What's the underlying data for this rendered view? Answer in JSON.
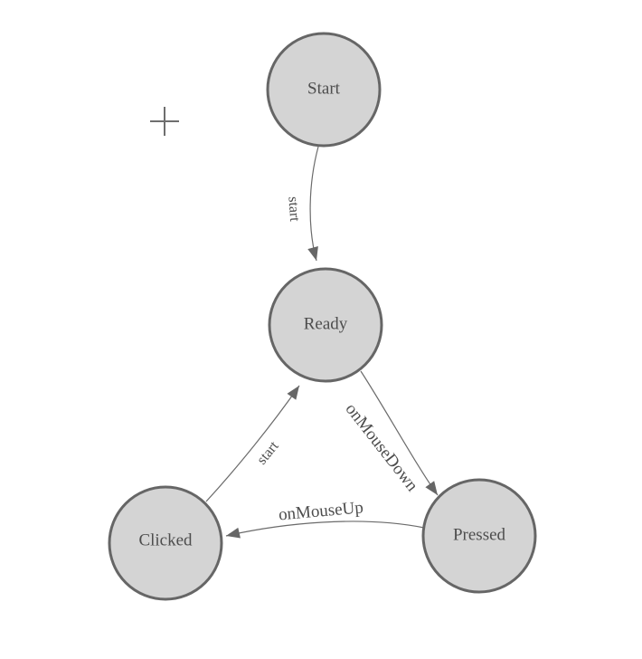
{
  "canvas": {
    "background": "#ffffff"
  },
  "diagram": {
    "type": "state-machine",
    "colors": {
      "node_fill": "#d4d4d4",
      "node_border": "#666666",
      "label_text": "#4d4d4d",
      "edge_line": "#6b6b6b",
      "arrowhead": "#666666"
    },
    "nodes": [
      {
        "id": "start",
        "label": "Start"
      },
      {
        "id": "ready",
        "label": "Ready"
      },
      {
        "id": "clicked",
        "label": "Clicked"
      },
      {
        "id": "pressed",
        "label": "Pressed"
      }
    ],
    "edges": [
      {
        "from": "start",
        "to": "ready",
        "label": "start"
      },
      {
        "from": "clicked",
        "to": "ready",
        "label": "start"
      },
      {
        "from": "ready",
        "to": "pressed",
        "label": "onMouseDown"
      },
      {
        "from": "pressed",
        "to": "clicked",
        "label": "onMouseUp"
      }
    ],
    "markers": {
      "crosshair_glyph": "+"
    }
  }
}
